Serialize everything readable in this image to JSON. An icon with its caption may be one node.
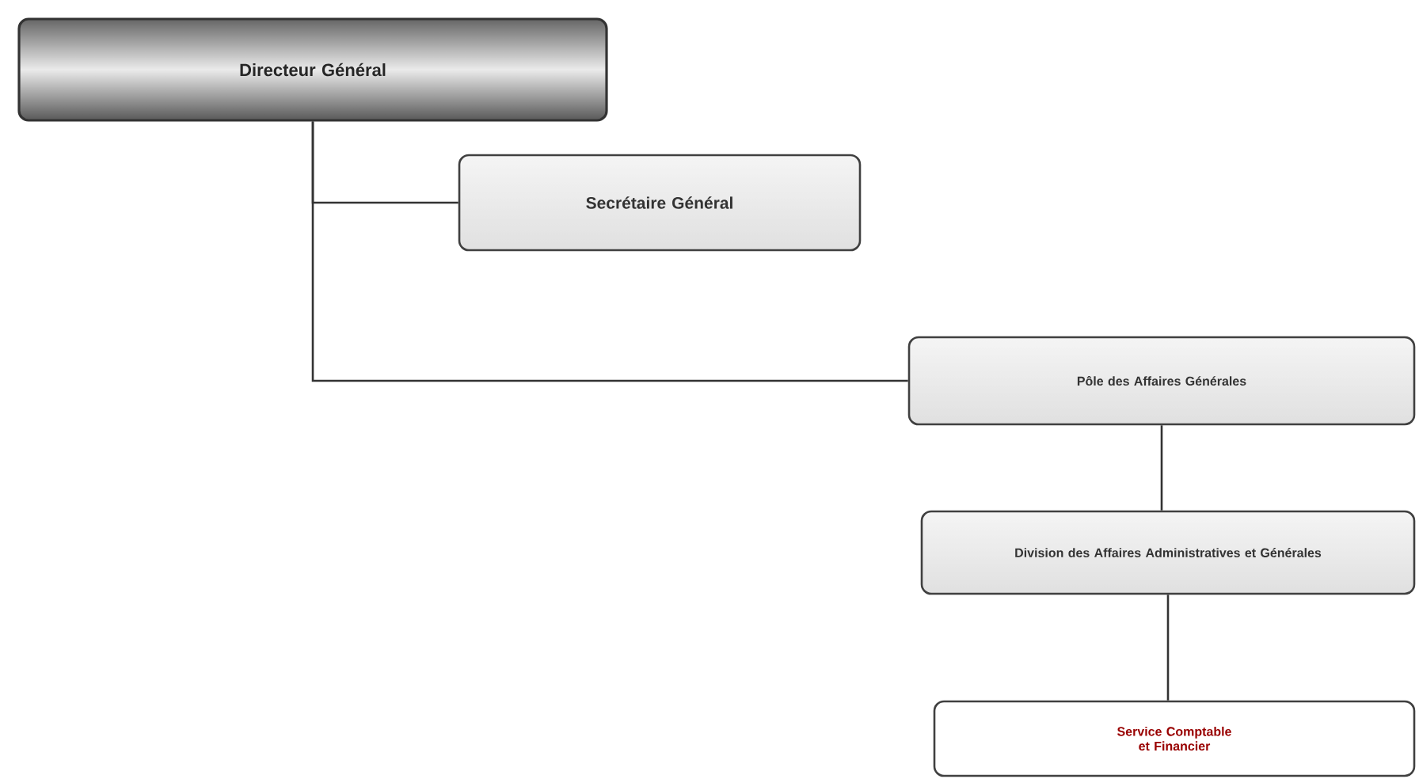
{
  "diagram": {
    "nodes": [
      {
        "text": [
          "Directeur Général"
        ]
      },
      {
        "text": [
          "Secrétaire Général"
        ]
      },
      {
        "text": [
          "Pôle des Affaires Générales"
        ]
      },
      {
        "text": [
          "Division des Affaires Administratives et Générales"
        ]
      },
      {
        "text": [
          "Service Comptable et Financier"
        ]
      }
    ],
    "edges": [
      {
        "from": 0,
        "to": 1,
        "arrow": "none"
      },
      {
        "from": 0,
        "to": 2,
        "arrow": "none"
      },
      {
        "from": 2,
        "to": 3,
        "arrow": "none"
      },
      {
        "from": 3,
        "to": 4,
        "arrow": "none"
      }
    ]
  }
}
